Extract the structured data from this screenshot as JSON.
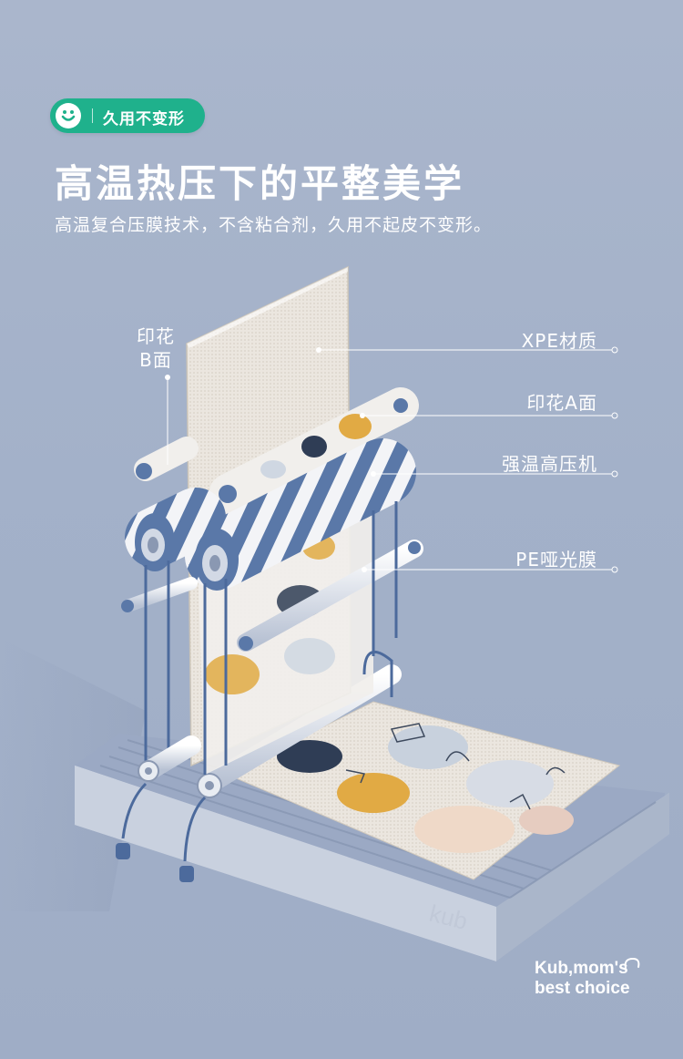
{
  "badge": {
    "icon": "smile-icon",
    "text": "久用不变形",
    "color": "#1fb18c"
  },
  "headline": "高温热压下的平整美学",
  "subline": "高温复合压膜技术，不含粘合剂，久用不起皮不变形。",
  "callouts": {
    "xpe": "XPE材质",
    "printA": "印花A面",
    "press": "强温高压机",
    "pe": "PE哑光膜",
    "printB_line1": "印花",
    "printB_line2": "B面"
  },
  "mat_logo": "kub",
  "brand": {
    "line1": "Kub,mom's",
    "line2": "best choice"
  },
  "colors": {
    "background": "#a3b1c9",
    "accent": "#1fb18c",
    "roller_blue": "#5a78a8"
  }
}
